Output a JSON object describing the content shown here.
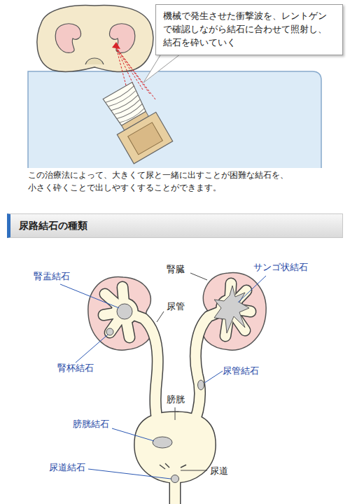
{
  "diagram": {
    "nodes": [
      {
        "text": [
          "機械で発生させた衝撃波を、レントゲン で確認しながら結石に合わせて照射し、 結石を砕いていく"
        ]
      },
      {
        "text": [
          "尿路結石の種類"
        ]
      }
    ],
    "labels": [
      "この治療法によって、大きくて尿と一緒に出すことが困難な結石を、 小さく砕くことで出しやすくすることができます。",
      "腎盂結石",
      "腎臓",
      "サンゴ状結石",
      "尿管",
      "腎杯結石",
      "尿管結石",
      "膀胱",
      "膀胱結石",
      "尿道結石",
      "尿道"
    ]
  }
}
